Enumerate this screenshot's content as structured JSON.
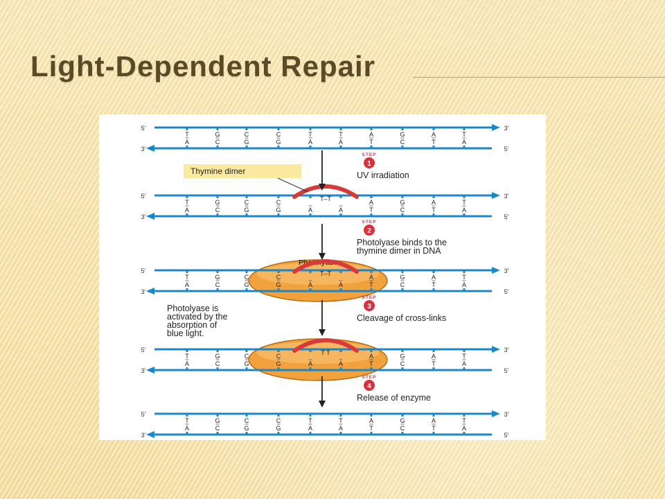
{
  "slide": {
    "title": "Light-Dependent Repair"
  },
  "figure": {
    "strand_end_labels": {
      "left_top": "5'",
      "left_bottom": "3'",
      "right_top": "3'",
      "right_bottom": "5'"
    },
    "top_strand_bases": [
      "T",
      "G",
      "C",
      "C",
      "T",
      "T",
      "A",
      "G",
      "A",
      "T"
    ],
    "bottom_strand_bases": [
      "A",
      "C",
      "G",
      "G",
      "A",
      "A",
      "T",
      "C",
      "T",
      "A"
    ],
    "dimer_label": "T–T",
    "cleaved_label": "T  T",
    "callout": "Thymine dimer",
    "enzyme_label": "Photolyase",
    "step_word": "STEP",
    "side_note": [
      "Photolyase is",
      "activated by the",
      "absorption of",
      "blue light."
    ],
    "steps": [
      {
        "number": "1",
        "lines": [
          "UV irradiation"
        ]
      },
      {
        "number": "2",
        "lines": [
          "Photolyase binds to the",
          "thymine dimer in DNA"
        ]
      },
      {
        "number": "3",
        "lines": [
          "Cleavage of cross-links"
        ]
      },
      {
        "number": "4",
        "lines": [
          "Release of enzyme"
        ]
      }
    ],
    "colors": {
      "strand": "#1b87c7",
      "dimer": "#d63a3a",
      "enzyme_fill": "#f2a23c",
      "enzyme_edge": "#b86a12",
      "step_badge": "#d8323f",
      "callout_bg": "#fbe9a0"
    }
  }
}
